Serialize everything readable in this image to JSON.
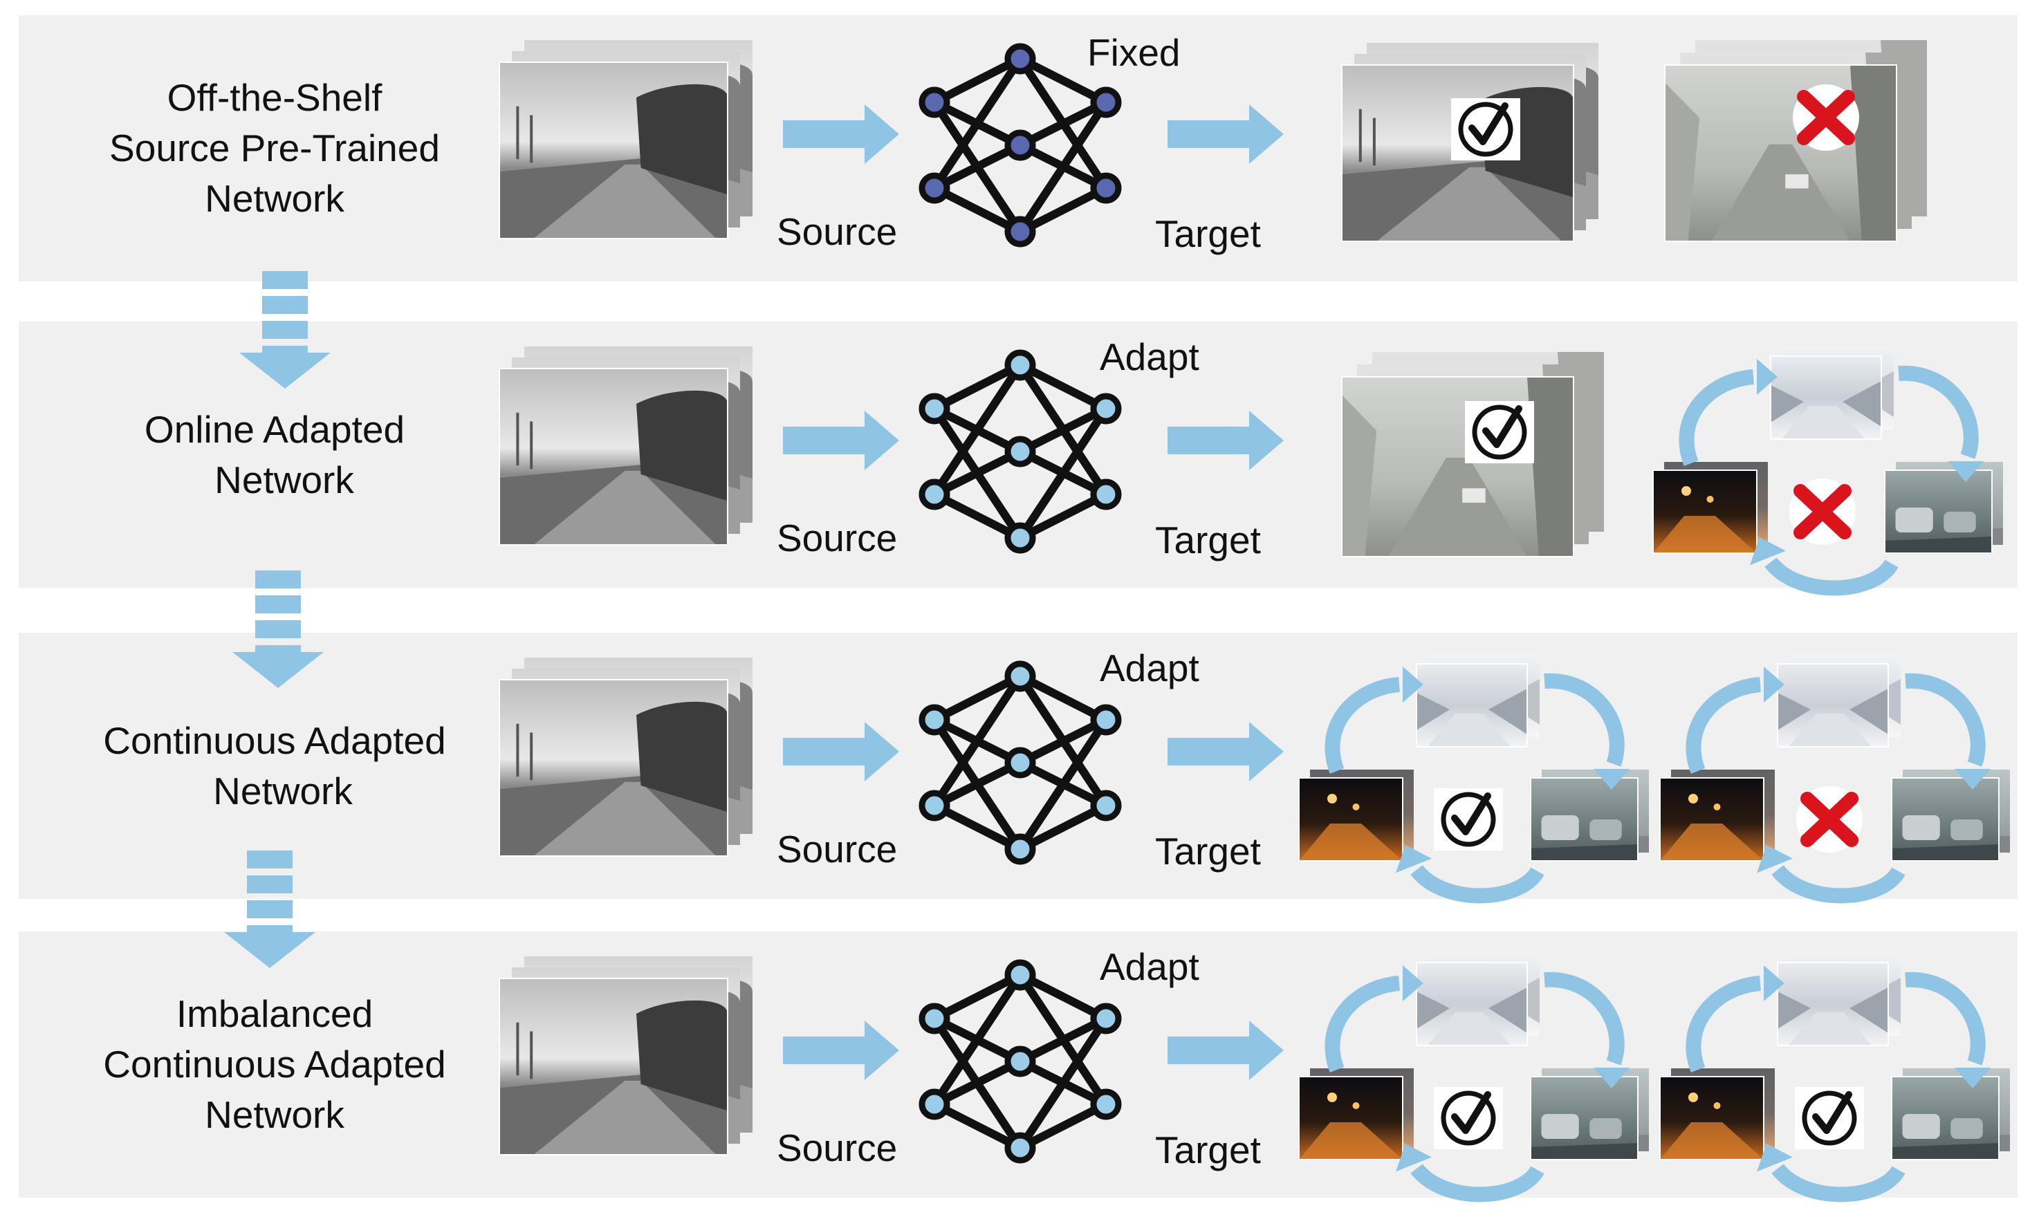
{
  "rows": [
    {
      "label_lines": [
        "Off-the-Shelf",
        "Source Pre-Trained",
        "Network"
      ],
      "network_mode": "Fixed",
      "source_label": "Source",
      "target_label": "Target",
      "variant": "single",
      "results": [
        "check",
        "cross"
      ]
    },
    {
      "label_lines": [
        "Online Adapted",
        "Network"
      ],
      "network_mode": "Adapt",
      "source_label": "Source",
      "target_label": "Target",
      "variant": "cycle-one",
      "results": [
        "check",
        "cross"
      ]
    },
    {
      "label_lines": [
        "Continuous Adapted",
        "Network"
      ],
      "network_mode": "Adapt",
      "source_label": "Source",
      "target_label": "Target",
      "variant": "cycle-two",
      "results": [
        "check",
        "cross"
      ]
    },
    {
      "label_lines": [
        "Imbalanced",
        "Continuous Adapted",
        "Network"
      ],
      "network_mode": "Adapt",
      "source_label": "Source",
      "target_label": "Target",
      "variant": "cycle-two",
      "results": [
        "check",
        "check"
      ]
    }
  ],
  "colors": {
    "panel": "#f0f0f0",
    "arrow": "#8fc4e4",
    "node_fixed": "#5a68b0",
    "node_adapt": "#9ccde8",
    "cross": "#d9141c",
    "edge": "#111111"
  },
  "icons": {
    "check": "check-mark-icon",
    "cross": "cross-mark-icon"
  }
}
